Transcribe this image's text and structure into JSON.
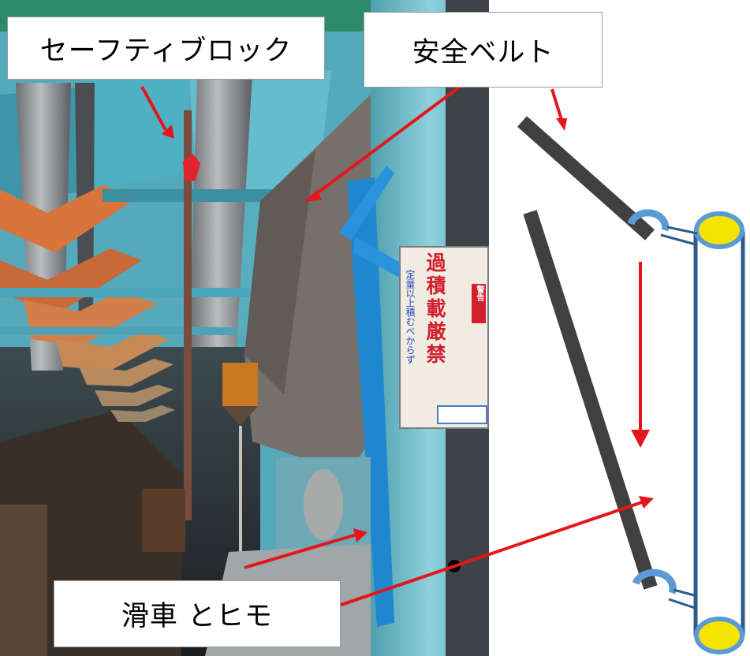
{
  "labels": {
    "safety_block": "セーフティブロック",
    "safety_belt": "安全ベルト",
    "pulley_rope": "滑車 とヒモ"
  },
  "sign": {
    "main": "過積載厳禁",
    "sub": "定量以上積むべからず",
    "tag": "警告"
  },
  "colors": {
    "arrow": "#e4161b",
    "belt": "#404040",
    "roller_outline": "#2e5b8a",
    "roller_cap": "#f5e400",
    "clip": "#5b9bd5",
    "steel_blue": "#5fb7c8",
    "orange_beam": "#d9743a"
  }
}
